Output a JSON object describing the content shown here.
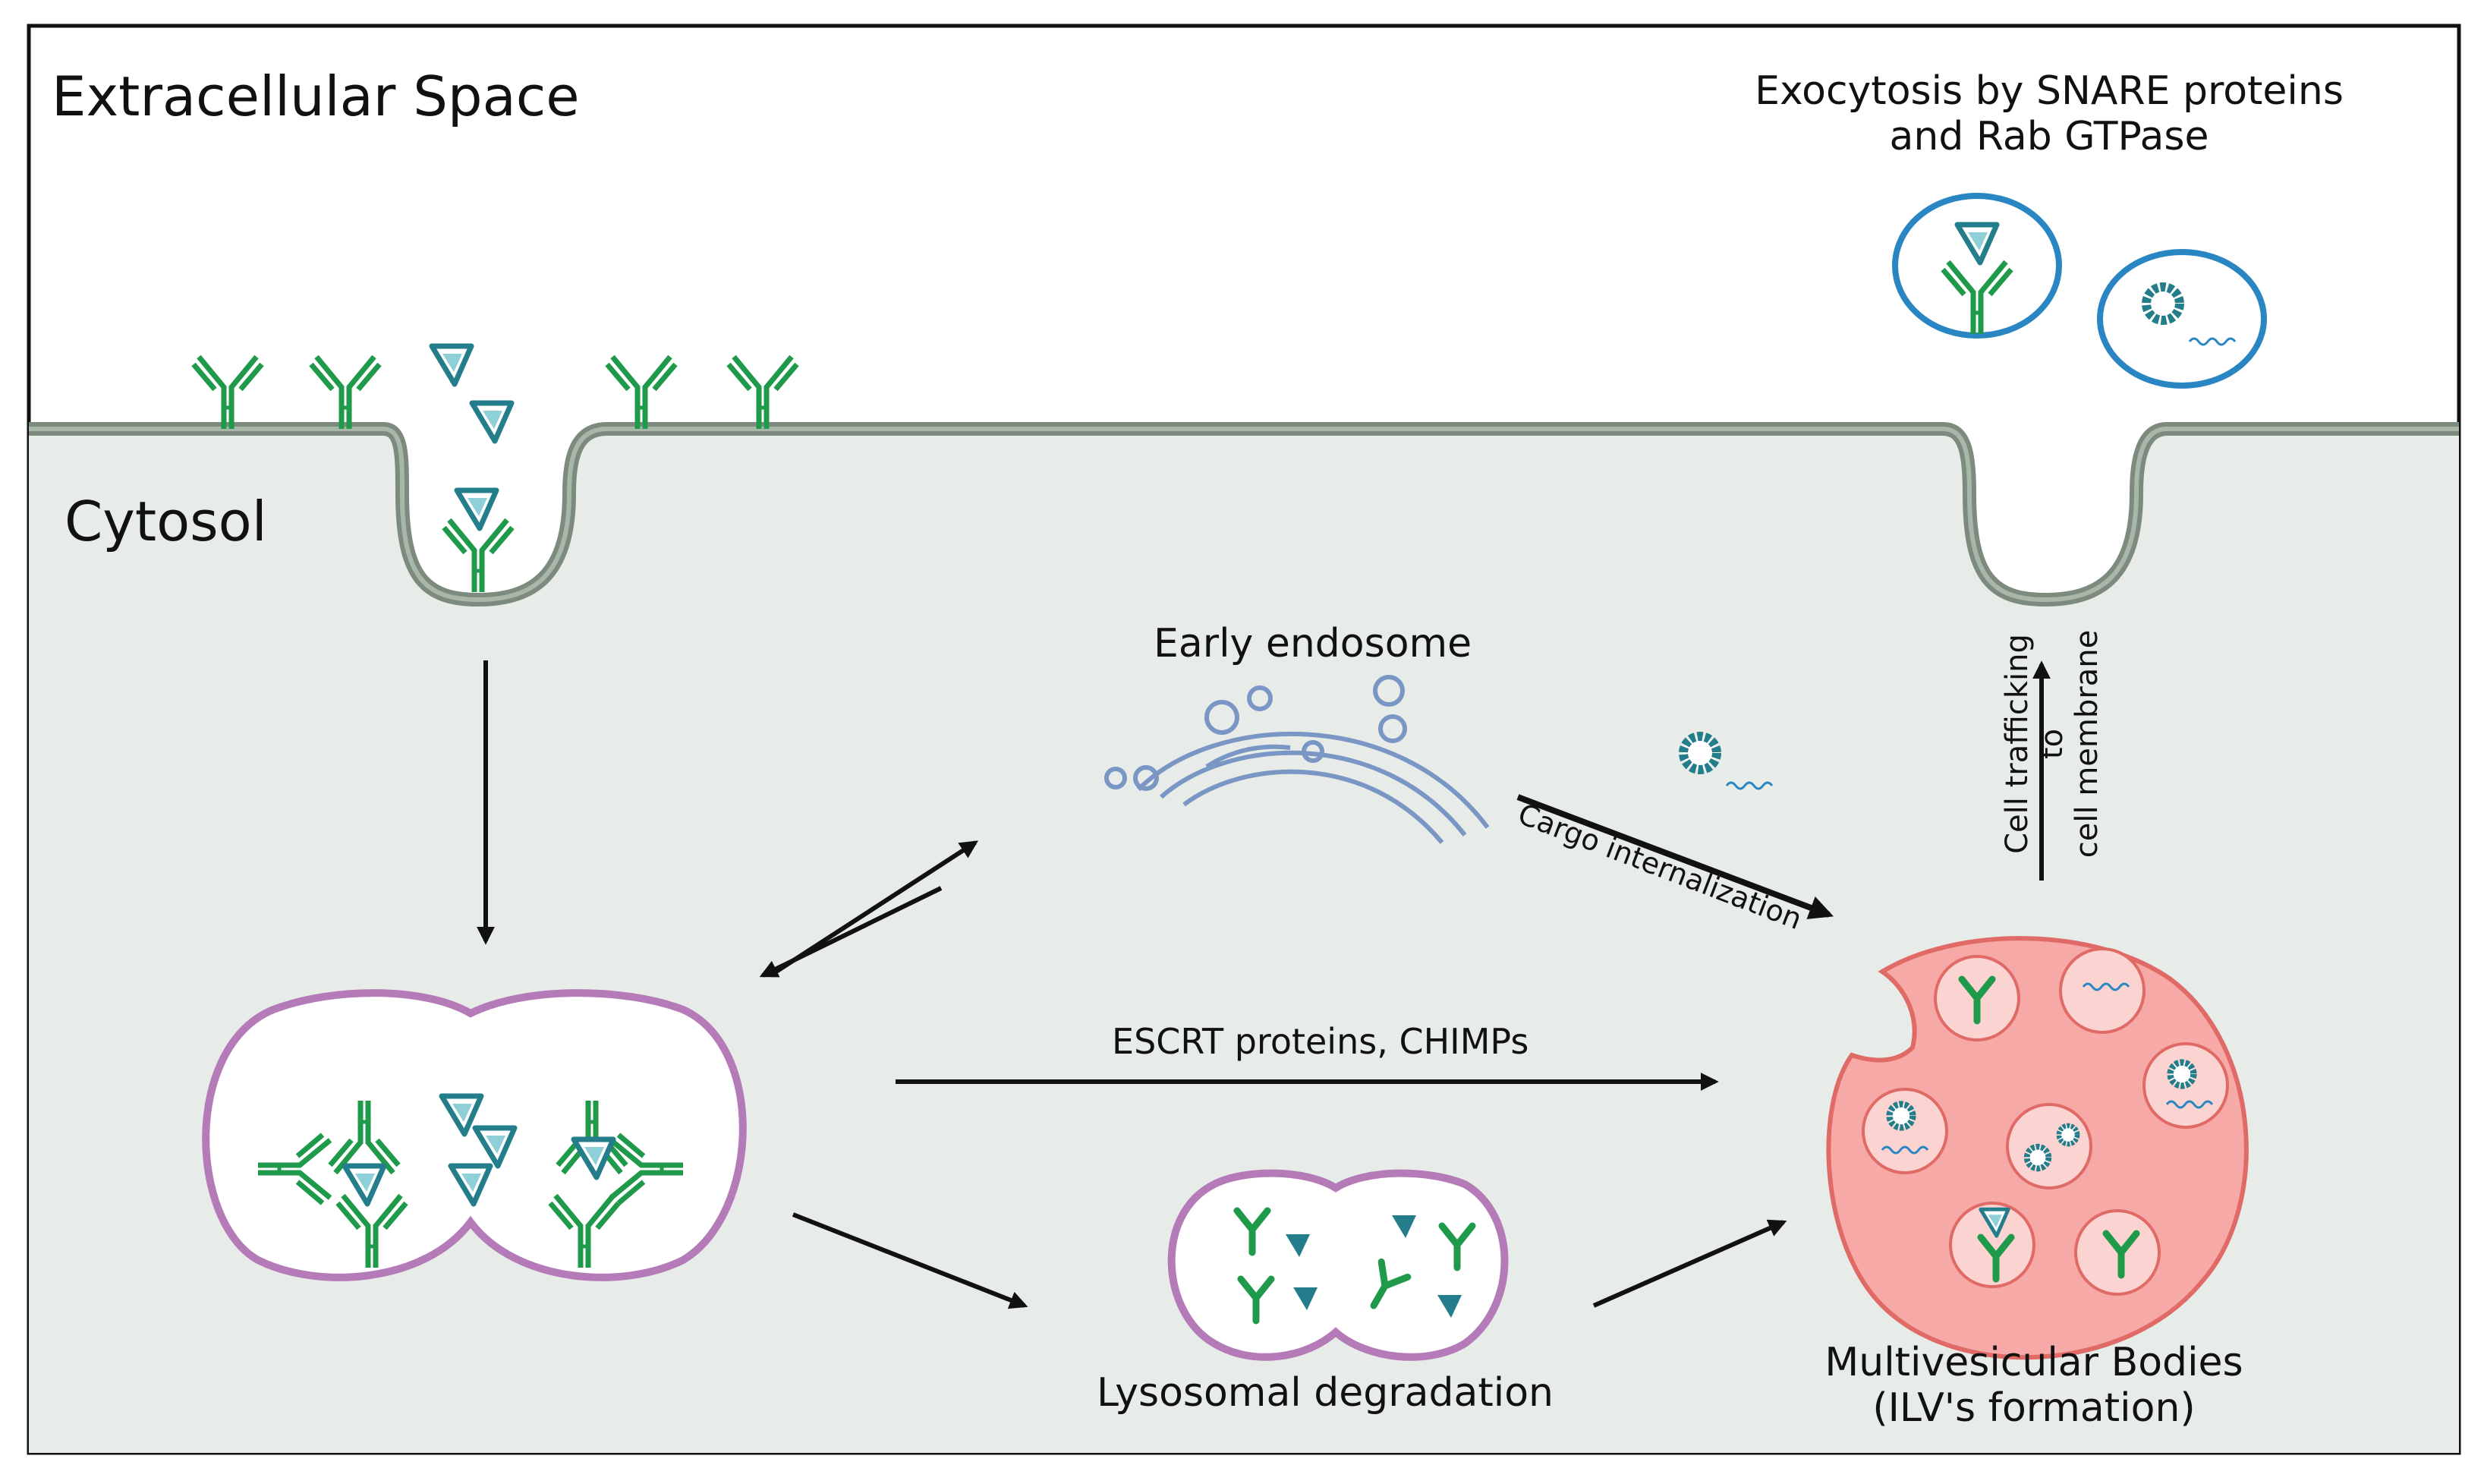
{
  "regions": {
    "extracellular": "Extracellular Space",
    "cytosol": "Cytosol"
  },
  "labels": {
    "exocytosis_line1": "Exocytosis by SNARE proteins",
    "exocytosis_line2": "and Rab GTPase",
    "early_endosome": "Early endosome",
    "cargo_internalization": "Cargo internalization",
    "escrt": "ESCRT proteins, CHIMPs",
    "lysosomal": "Lysosomal degradation",
    "mvb_line1": "Multivesicular Bodies",
    "mvb_line2": "(ILV's formation)",
    "trafficking_line1": "Cell trafficking",
    "trafficking_line2": "to",
    "trafficking_line3": "cell membrane"
  },
  "colors": {
    "cytosol_fill": "#e8ece9",
    "membrane": "#7d8b7e",
    "antibody": "#1f9a4a",
    "antigen": "#237d8a",
    "endosome_outline": "#b57bb8",
    "mvb_fill": "#f6a9a6",
    "mvb_outline": "#e06a66",
    "exosome_outline": "#2a86c2",
    "arrow": "#111111"
  },
  "icons": [
    "antibody-icon",
    "antigen-triangle-icon",
    "virus-particle-icon",
    "rna-strand-icon"
  ]
}
